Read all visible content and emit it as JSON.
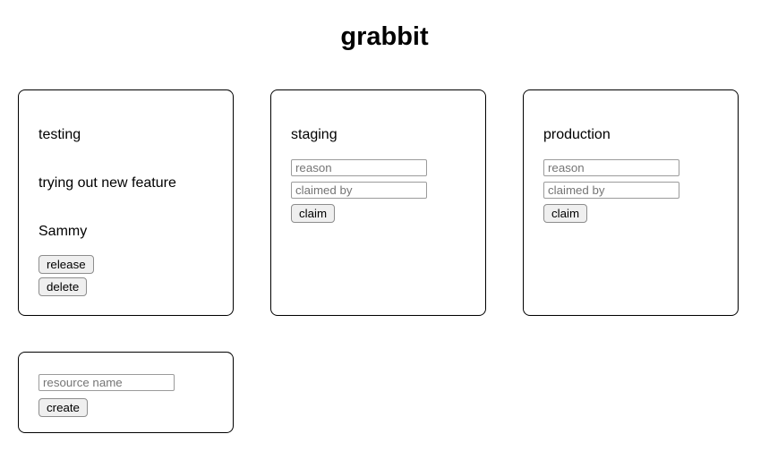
{
  "app": {
    "title": "grabbit"
  },
  "resources": [
    {
      "name": "testing",
      "state": "claimed",
      "reason": "trying out new feature",
      "claimed_by": "Sammy",
      "buttons": {
        "release": "release",
        "delete": "delete"
      }
    },
    {
      "name": "staging",
      "state": "unclaimed",
      "inputs": {
        "reason_placeholder": "reason",
        "reason_value": "",
        "claimed_by_placeholder": "claimed by",
        "claimed_by_value": ""
      },
      "buttons": {
        "claim": "claim"
      }
    },
    {
      "name": "production",
      "state": "unclaimed",
      "inputs": {
        "reason_placeholder": "reason",
        "reason_value": "",
        "claimed_by_placeholder": "claimed by",
        "claimed_by_value": ""
      },
      "buttons": {
        "claim": "claim"
      }
    }
  ],
  "create_panel": {
    "input_placeholder": "resource name",
    "input_value": "",
    "button_label": "create"
  },
  "colors": {
    "page_background": "#ffffff",
    "card_border": "#000000",
    "button_background": "#efefef",
    "button_border": "#8d8d8d",
    "input_border": "#9b9b9b",
    "placeholder_text": "#757575",
    "text": "#000000"
  }
}
